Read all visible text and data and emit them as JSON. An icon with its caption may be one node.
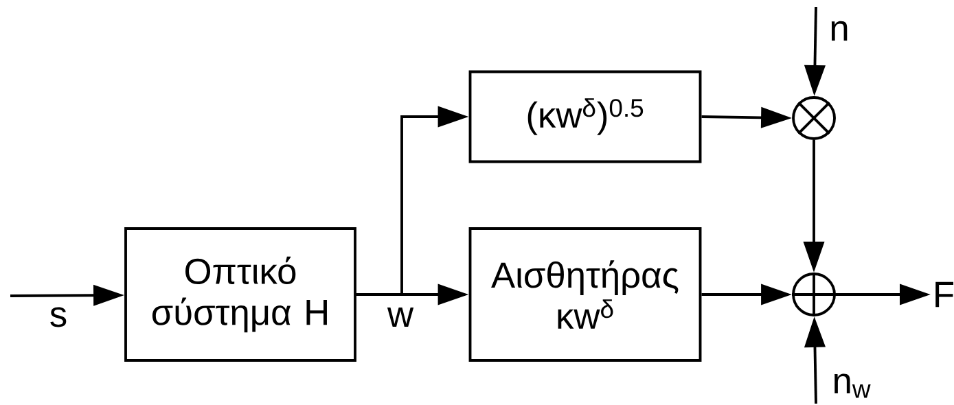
{
  "diagram": {
    "nodes": [
      {
        "text": [
          "Οπτικό σύστημα H"
        ]
      },
      {
        "text": [
          "(κw$^{δ}$)$^{0.5}$"
        ]
      },
      {
        "text": [
          "Αισθητήρας κw$^{δ}$"
        ]
      },
      {
        "text": [],
        "shape": "circle"
      },
      {
        "text": [],
        "shape": "circle"
      }
    ],
    "edges": [
      {
        "from": null,
        "to": 0,
        "arrow": "to",
        "label": "s"
      },
      {
        "from": 0,
        "to": 1,
        "arrow": "to"
      },
      {
        "from": 0,
        "to": 2,
        "arrow": "to",
        "label": "w"
      },
      {
        "from": 1,
        "to": 3,
        "arrow": "to"
      },
      {
        "from": 2,
        "to": 4,
        "arrow": "to"
      },
      {
        "from": null,
        "to": 3,
        "arrow": "to",
        "label": "n"
      },
      {
        "from": 3,
        "to": 4,
        "arrow": "to"
      },
      {
        "from": null,
        "to": 4,
        "arrow": "to",
        "label": "n$_{w}$"
      },
      {
        "from": 4,
        "to": null,
        "arrow": "to",
        "label": "F"
      }
    ]
  }
}
